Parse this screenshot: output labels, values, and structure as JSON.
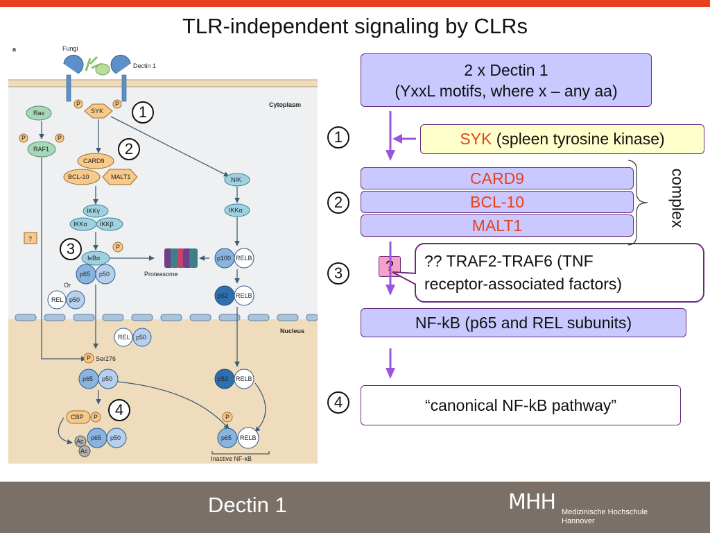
{
  "slide": {
    "title": "TLR-independent signaling by CLRs",
    "footer": "Dectin 1",
    "logo_mark": "MHH",
    "logo_line1": "Medizinische Hochschule",
    "logo_line2": "Hannover"
  },
  "figure": {
    "panel_letter": "a",
    "fungi": "Fungi",
    "dectin": "Dectin 1",
    "cytoplasm": "Cytoplasm",
    "nucleus": "Nucleus",
    "ras": "Ras",
    "raf": "RAF1",
    "syk": "SYK",
    "card9": "CARD9",
    "bcl10": "BCL-10",
    "malt1": "MALT1",
    "ikkg": "IKKγ",
    "ikka": "IKKα",
    "ikkb": "IKKβ",
    "nik": "NIK",
    "ikka2": "IKKα",
    "ikba": "IκBα",
    "p65": "p65",
    "p50": "p50",
    "or": "Or",
    "rel": "REL",
    "proteasome": "Proteasome",
    "p100": "p100",
    "relb": "RELB",
    "p52": "p52",
    "ser276": "Ser276",
    "cbp": "CBP",
    "ac": "Ac",
    "p": "P",
    "question": "?",
    "inactive": "Inactive NF-κB",
    "marks": [
      "1",
      "2",
      "3",
      "4"
    ]
  },
  "flow": {
    "dectin_line1": "2 x Dectin 1",
    "dectin_line2": "(YxxL motifs, where x – any aa)",
    "syk_name": "SYK",
    "syk_desc": " (spleen tyrosine kinase)",
    "card9": "CARD9",
    "bcl10": "BCL-10",
    "malt1": "MALT1",
    "complex": "complex",
    "question": "?",
    "traf_line1": "?? TRAF2-TRAF6 (TNF",
    "traf_line2": "receptor-associated factors)",
    "nfkb": "NF-kB (p65 and REL subunits)",
    "canonical": "“canonical NF-kB pathway”",
    "steps": [
      "1",
      "2",
      "3",
      "4"
    ]
  },
  "colors": {
    "accent_bar": "#e8401c",
    "lavender_box": "#c9c8ff",
    "yellow_box": "#ffffcc",
    "arrow_purple": "#9a55e0",
    "footer_bg": "#7a7068",
    "protein_blue": "#8ab4e0",
    "protein_orange": "#f7c98a",
    "membrane_tan": "#efdcbc"
  }
}
